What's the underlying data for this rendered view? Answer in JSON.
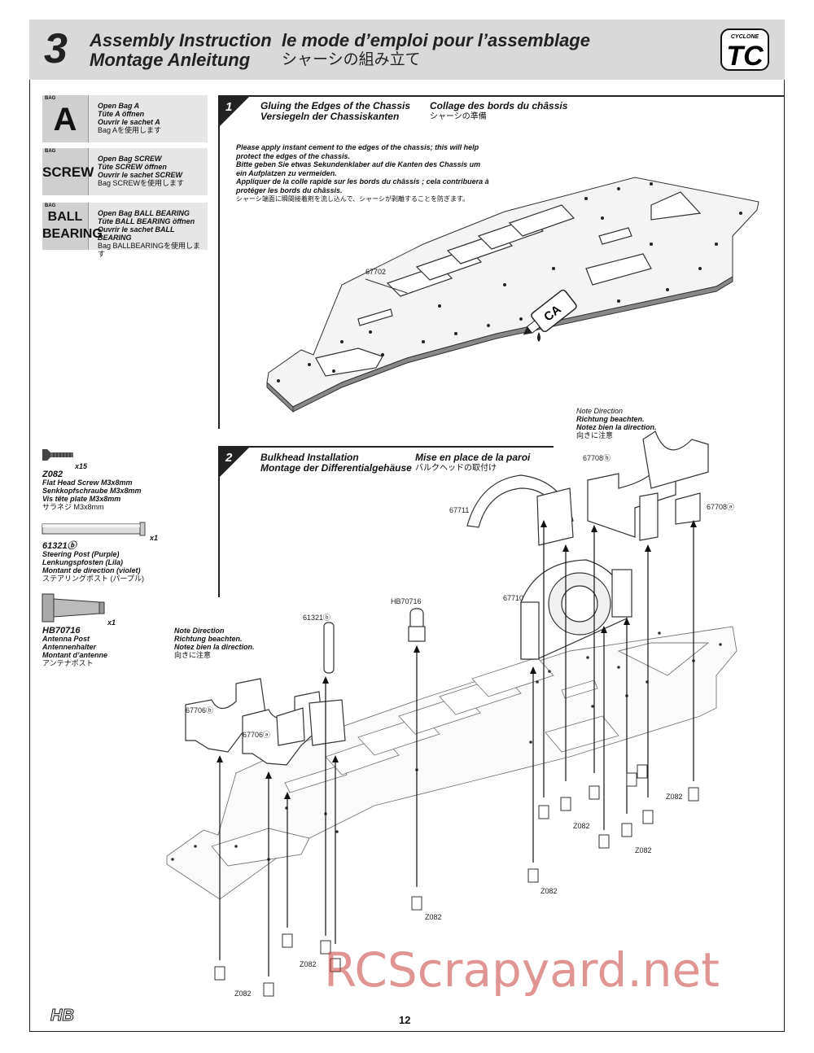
{
  "header": {
    "step": "3",
    "title_en": "Assembly Instruction",
    "title_de": "Montage Anleitung",
    "title_fr": "le mode d’emploi pour l’assemblage",
    "title_jp": "シャーシの組み立て",
    "logo_small": "CYCLONE",
    "logo_big": "TC"
  },
  "bags": [
    {
      "tag": "BAG",
      "name": "A",
      "l1": "Open Bag A",
      "l2": "Tüte A öffnen",
      "l3": "Ouvrir le sachet A",
      "l4": "Bag Aを使用します"
    },
    {
      "tag": "BAG",
      "name": "SCREW",
      "l1": "Open Bag SCREW",
      "l2": "Tüte SCREW öffnen",
      "l3": "Ouvrir le sachet SCREW",
      "l4": "Bag SCREWを使用します"
    },
    {
      "tag": "BAG",
      "name1": "BALL",
      "name2": "BEARING",
      "l1": "Open Bag BALL BEARING",
      "l2": "Tüte BALL BEARING öffnen",
      "l3": "Ouvrir le sachet BALL BEARING",
      "l4": "Bag BALLBEARINGを使用します"
    }
  ],
  "step1": {
    "num": "1",
    "title_en": "Gluing the Edges of the Chassis",
    "title_de": "Versiegeln der Chassiskanten",
    "title_fr": "Collage des bords du châssis",
    "title_jp": "シャーシの準備",
    "n1": "Please apply instant cement to the edges of the chassis; this will help",
    "n2": "protect the edges of the chassis.",
    "n3": "Bitte geben Sie etwas Sekundenklaber auf die Kanten des Chassis um",
    "n4": "ein Aufplatzen zu vermeiden.",
    "n5": "Appliquer de la colle rapide sur les bords du châssis ; cela contribuera à",
    "n6": "protéger les bords du châssis.",
    "n7": "シャーシ端面に瞬間接着剤を流し込んで、シャーシが剥離することを防ぎます。",
    "part": "67702",
    "ca": "CA"
  },
  "step2": {
    "num": "2",
    "title_en": "Bulkhead Installation",
    "title_de": "Montage der Differentialgehäuse",
    "title_fr": "Mise en place de la paroi",
    "title_jp": "バルクヘッドの取付け"
  },
  "parts": [
    {
      "qty": "x15",
      "id": "Z082",
      "d1": "Flat Head Screw M3x8mm",
      "d2": "Senkkopfschraube M3x8mm",
      "d3": "Vis tête plate M3x8mm",
      "d4": "サラネジ M3x8mm"
    },
    {
      "qty": "x1",
      "id": "61321ⓑ",
      "d1": "Steering Post (Purple)",
      "d2": "Lenkungspfosten (Lila)",
      "d3": "Montant de direction (violet)",
      "d4": "ステアリングポスト (パープル)"
    },
    {
      "qty": "x1",
      "id": "HB70716",
      "d1": "Antenna Post",
      "d2": "Antennenhalter",
      "d3": "Montant d’antenne",
      "d4": "アンテナポスト"
    }
  ],
  "notes": {
    "l1": "Note Direction",
    "l2": "Richtung beachten.",
    "l3": "Notez bien la direction.",
    "l4": "向きに注意"
  },
  "labels": {
    "p67708b": "67708ⓑ",
    "p67708a": "67708ⓐ",
    "p67711": "67711",
    "p67710": "67710",
    "pHB": "HB70716",
    "p61321": "61321ⓑ",
    "p67706b": "67706ⓑ",
    "p67706a": "67706ⓐ",
    "z": "Z082"
  },
  "page": "12",
  "watermark": "RCScrapyard.net",
  "footer_logo": "HB"
}
